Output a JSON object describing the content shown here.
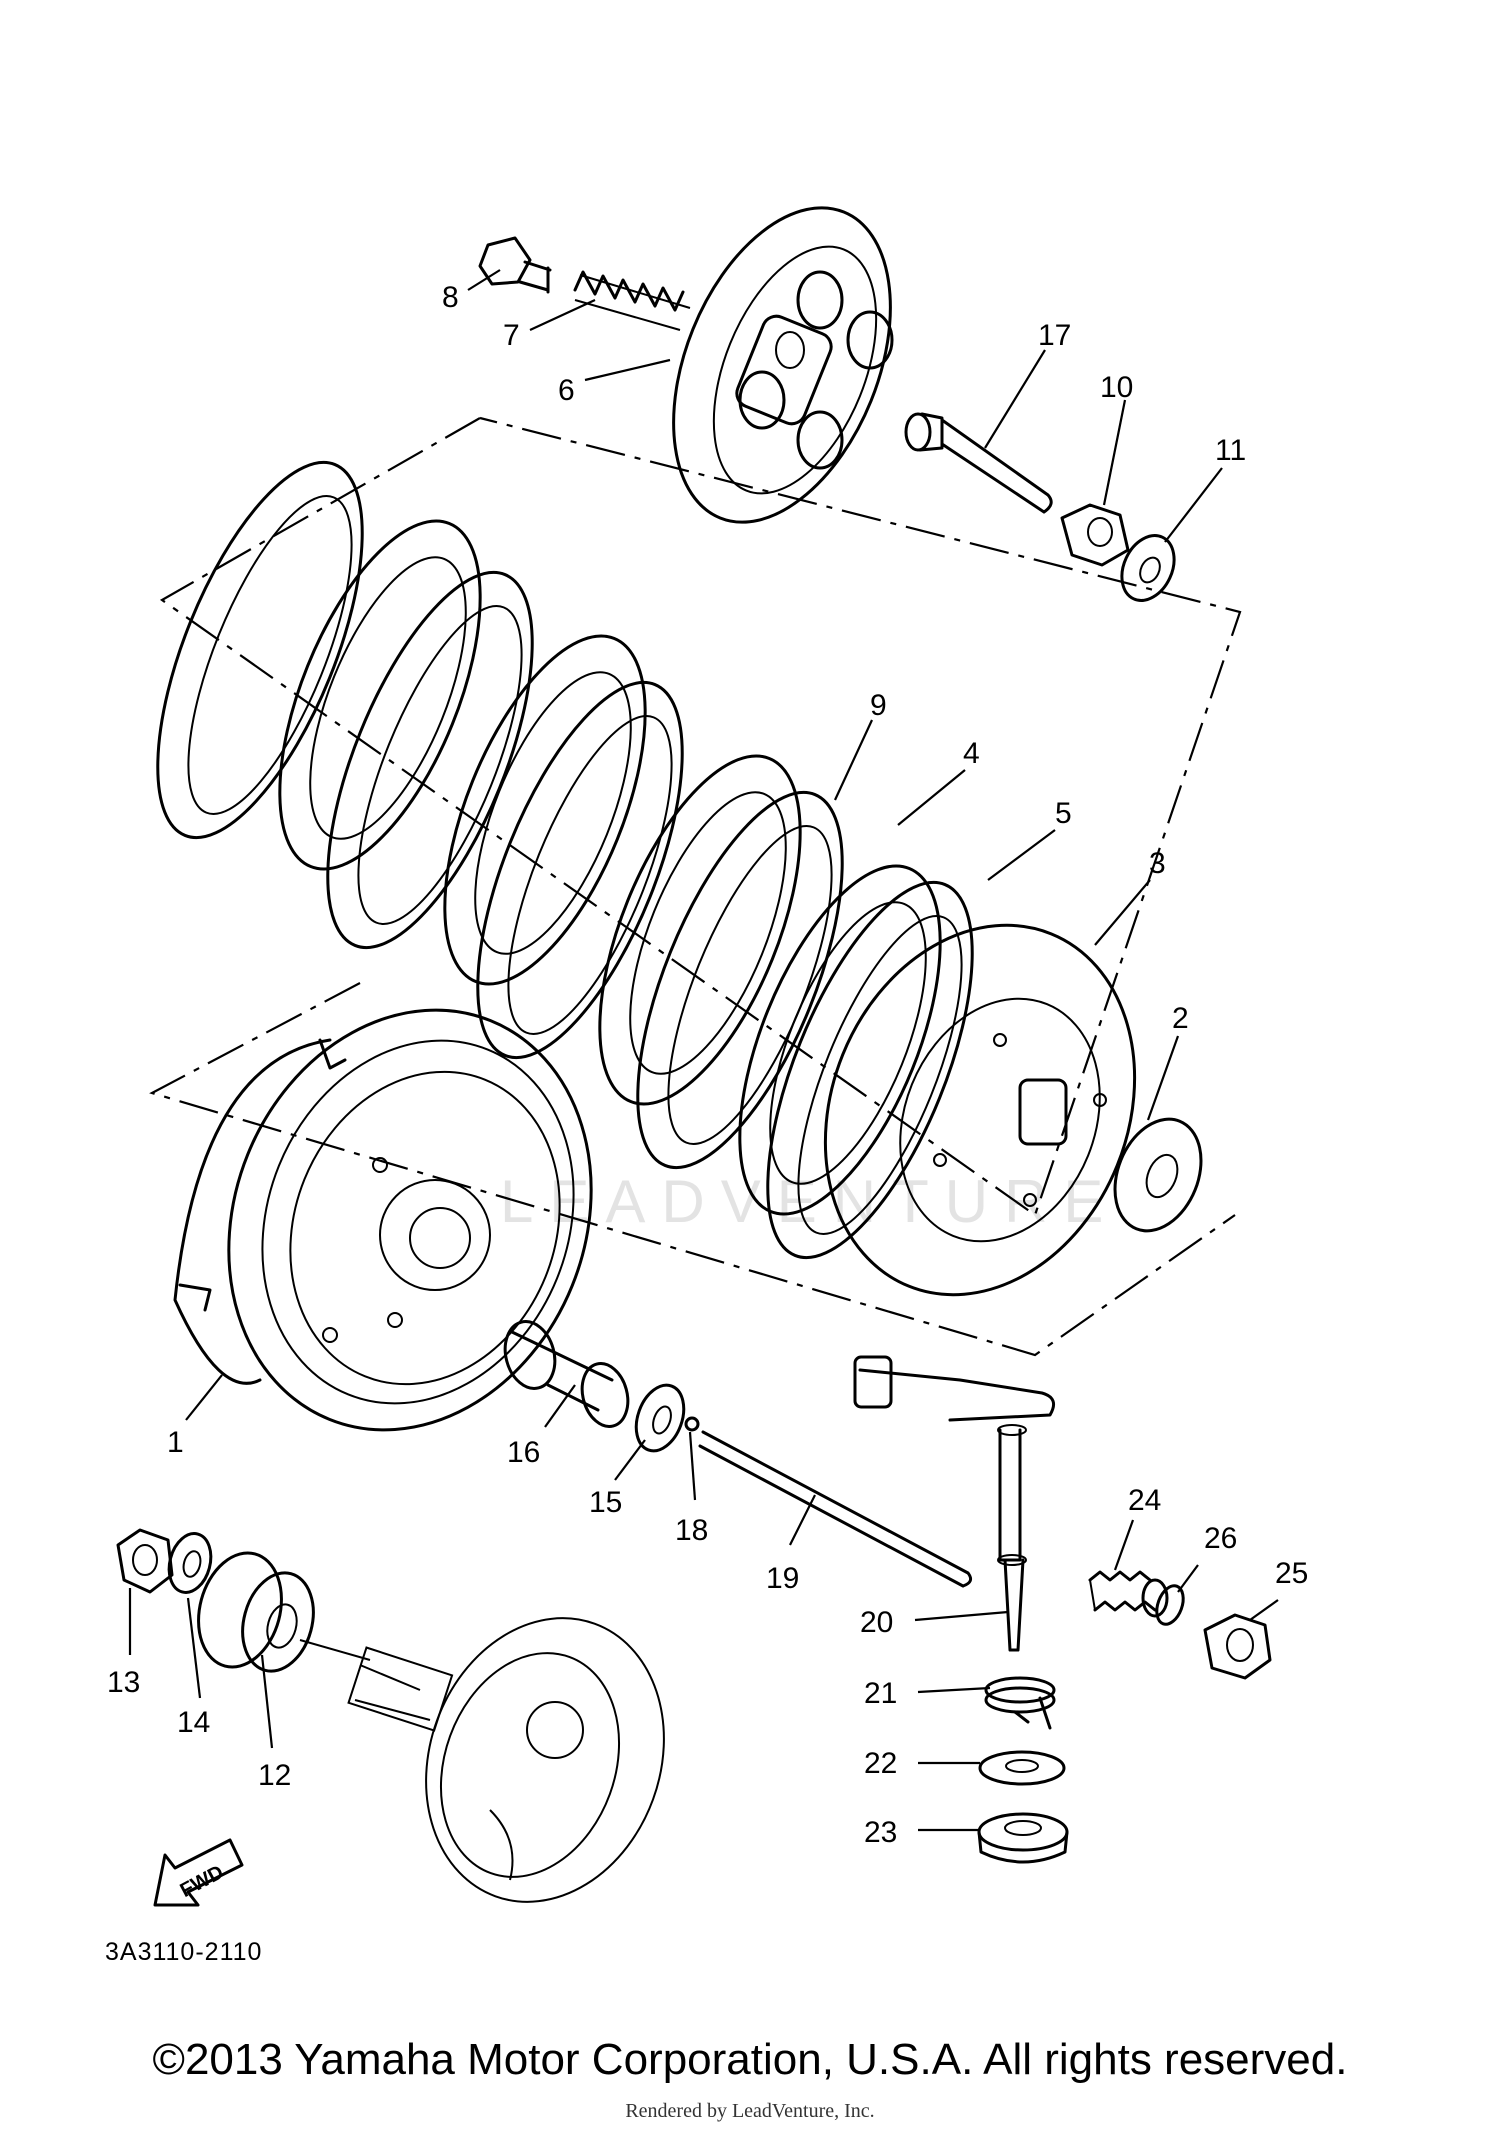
{
  "diagram": {
    "callouts": [
      "1",
      "2",
      "3",
      "4",
      "5",
      "6",
      "7",
      "8",
      "9",
      "10",
      "11",
      "12",
      "13",
      "14",
      "15",
      "16",
      "17",
      "18",
      "19",
      "20",
      "21",
      "22",
      "23",
      "24",
      "25",
      "26"
    ],
    "drawing_code": "3A3110-2110",
    "fwd_label": "FWD",
    "watermark": "LEADVENTURE"
  },
  "footer": {
    "copyright": "©2013 Yamaha Motor Corporation, U.S.A. All rights reserved.",
    "rendered_by": "Rendered by LeadVenture, Inc."
  }
}
